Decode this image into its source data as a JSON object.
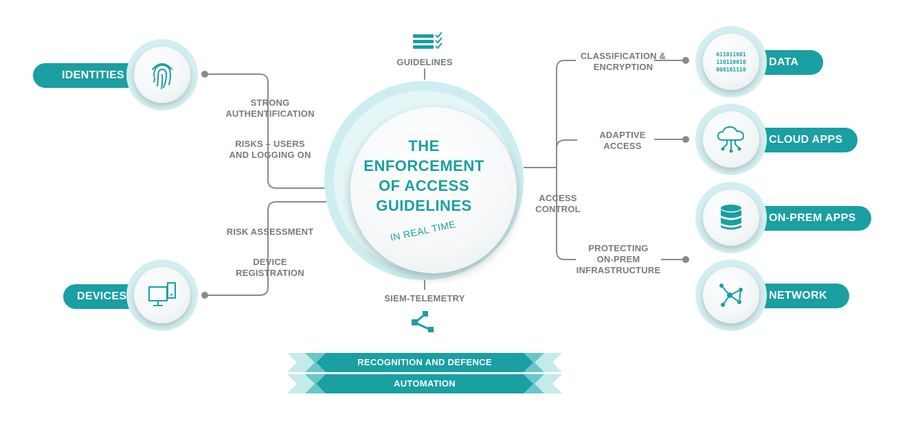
{
  "center": {
    "title": "THE\nENFORCEMENT\nOF ACCESS\nGUIDELINES",
    "subtitle": "IN REAL TIME"
  },
  "top_label": "GUIDELINES",
  "bottom_label": "SIEM-TELEMETRY",
  "left": {
    "identities": "IDENTITIES",
    "devices": "DEVICES",
    "strong_auth": "STRONG\nAUTHENTIFICATION",
    "risks_users": "RISKS – USERS\nAND LOGGING ON",
    "risk_assessment": "RISK ASSESSMENT",
    "device_registration": "DEVICE\nREGISTRATION"
  },
  "right": {
    "classification": "CLASSIFICATION &\nENCRYPTION",
    "adaptive": "ADAPTIVE\nACCESS",
    "access_control": "ACCESS\nCONTROL",
    "protecting": "PROTECTING\nON-PREM\nINFRASTRUCTURE",
    "data": "DATA",
    "cloud_apps": "CLOUD APPS",
    "on_prem_apps": "ON-PREM APPS",
    "network": "NETWORK",
    "binary": [
      "011011001",
      "110110010",
      "000101110"
    ]
  },
  "bands": {
    "recognition": "RECOGNITION AND DEFENCE",
    "automation": "AUTOMATION"
  },
  "icons": {
    "guidelines": "list-check-icon",
    "siem": "share-nodes-icon",
    "identities": "fingerprint-icon",
    "devices": "computer-icon",
    "data": "binary-icon",
    "cloud_apps": "cloud-network-icon",
    "on_prem_apps": "database-icon",
    "network": "network-graph-icon"
  },
  "colors": {
    "accent": "#1a9fa3",
    "light_accent": "#d3eef0",
    "text_gray": "#7a7a7a",
    "line_gray": "#8a8a8a"
  }
}
